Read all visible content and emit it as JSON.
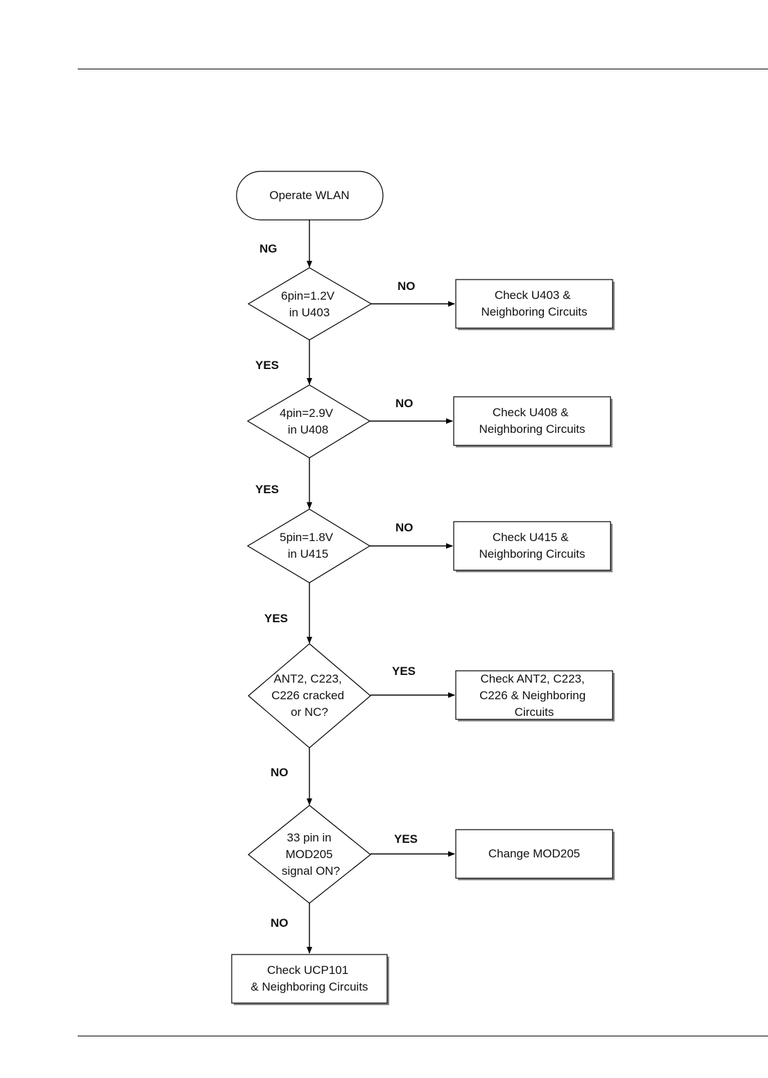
{
  "nodes": {
    "start": {
      "lines": [
        "Operate WLAN"
      ]
    },
    "d1": {
      "lines": [
        "6pin=1.2V",
        "in U403"
      ]
    },
    "r1": {
      "lines": [
        "Check U403 &",
        "Neighboring Circuits"
      ]
    },
    "d2": {
      "lines": [
        "4pin=2.9V",
        "in U408"
      ]
    },
    "r2": {
      "lines": [
        "Check U408 &",
        "Neighboring Circuits"
      ]
    },
    "d3": {
      "lines": [
        "5pin=1.8V",
        "in U415"
      ]
    },
    "r3": {
      "lines": [
        "Check U415 &",
        "Neighboring Circuits"
      ]
    },
    "d4": {
      "lines": [
        "ANT2, C223,",
        "C226 cracked",
        "or NC?"
      ]
    },
    "r4": {
      "lines": [
        "Check ANT2, C223,",
        "C226 & Neighboring",
        "Circuits"
      ]
    },
    "d5": {
      "lines": [
        "33 pin in",
        "MOD205",
        "signal ON?"
      ]
    },
    "r5": {
      "lines": [
        "Change MOD205"
      ]
    },
    "end": {
      "lines": [
        "Check UCP101",
        "& Neighboring Circuits"
      ]
    }
  },
  "edges": {
    "start_d1": "NG",
    "d1_r1": "NO",
    "d1_d2": "YES",
    "d2_r2": "NO",
    "d2_d3": "YES",
    "d3_r3": "NO",
    "d3_d4": "YES",
    "d4_r4": "YES",
    "d4_d5": "NO",
    "d5_r5": "YES",
    "d5_end": "NO"
  }
}
